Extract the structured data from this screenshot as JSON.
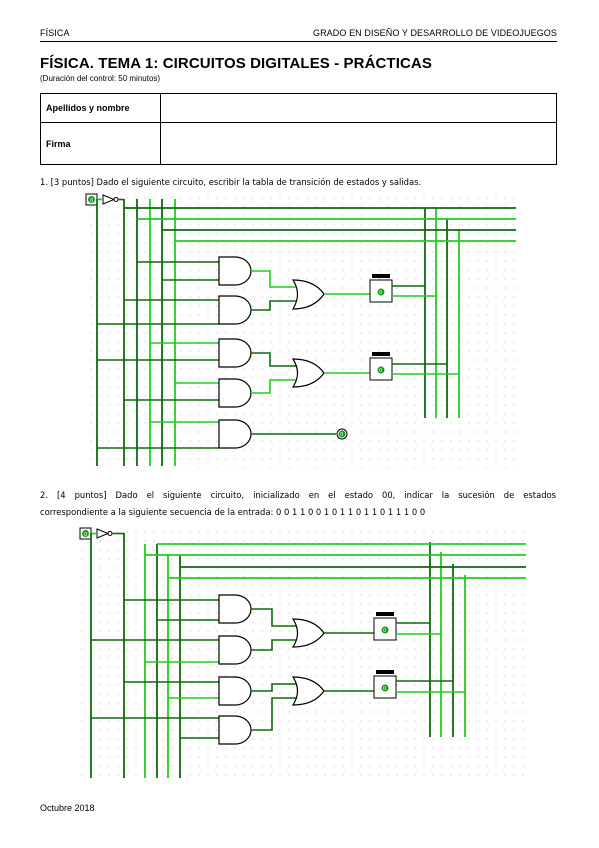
{
  "header": {
    "left": "FÍSICA",
    "right": "GRADO EN DISEÑO Y DESARROLLO DE VIDEOJUEGOS"
  },
  "title": "FÍSICA. TEMA 1: CIRCUITOS DIGITALES - PRÁCTICAS",
  "subtitle": "(Duración del control: 50 minutos)",
  "info_table": {
    "rows": [
      {
        "label": "Apellidos y nombre",
        "value": ""
      },
      {
        "label": "Firma",
        "value": ""
      }
    ]
  },
  "questions": [
    {
      "text": "1. [3 puntos] Dado el siguiente circuito, escribir la tabla de transición de estados y salidas."
    },
    {
      "line1": "2. [4 puntos] Dado el siguiente circuito, inicializado en el estado 00, indicar la sucesión de estados",
      "line2": "correspondiente a la siguiente secuencia de la entrada: 0 0 1 1 0 0 1 0 1 1 0 1 1 0 1 1 1 0 0"
    }
  ],
  "circuit_labels": {
    "ff_value": "0",
    "input_value": "0",
    "output_value": "0"
  },
  "colors": {
    "wire_dark": "#0f6a0f",
    "wire_light": "#22cc22",
    "gate": "#000000",
    "grid": "#bdbdbd"
  },
  "footer": "Octubre 2018"
}
